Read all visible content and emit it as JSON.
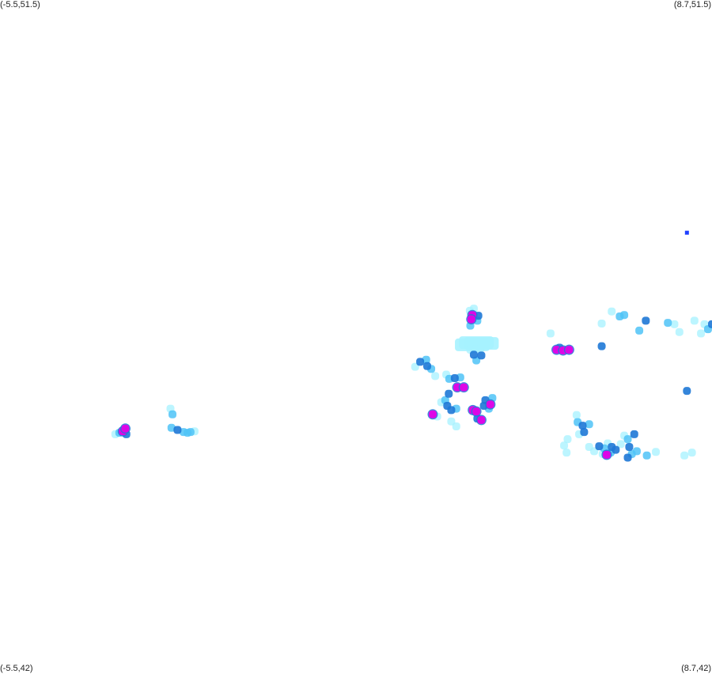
{
  "map": {
    "bounds": {
      "lon_min": -5.5,
      "lon_max": 8.7,
      "lat_min": 42,
      "lat_max": 51.5
    },
    "corner_labels": {
      "top_left": "(-5.5,51.5)",
      "top_right": "(8.7,51.5)",
      "bottom_left": "(-5.5,42)",
      "bottom_right": "(8.7,42)"
    },
    "colors": {
      "low": "#a6f2ff",
      "mid": "#4fc3f7",
      "high": "#1e78d6",
      "peak": "#e600e6",
      "isolated": "#1f3fff"
    },
    "points": [
      {
        "lon": 8.2,
        "lat": 48.22,
        "level": "isolated"
      },
      {
        "lon": 3.95,
        "lat": 47.15,
        "level": "low"
      },
      {
        "lon": 3.87,
        "lat": 47.12,
        "level": "low"
      },
      {
        "lon": 3.92,
        "lat": 47.06,
        "level": "peak"
      },
      {
        "lon": 4.04,
        "lat": 47.05,
        "level": "high"
      },
      {
        "lon": 3.9,
        "lat": 47.0,
        "level": "peak"
      },
      {
        "lon": 4.02,
        "lat": 46.98,
        "level": "mid"
      },
      {
        "lon": 3.88,
        "lat": 46.91,
        "level": "mid"
      },
      {
        "lon": 3.88,
        "lat": 46.57,
        "level": "low"
      },
      {
        "lon": 3.98,
        "lat": 46.58,
        "level": "low"
      },
      {
        "lon": 4.08,
        "lat": 46.58,
        "level": "low"
      },
      {
        "lon": 3.95,
        "lat": 46.5,
        "level": "high"
      },
      {
        "lon": 4.1,
        "lat": 46.49,
        "level": "high"
      },
      {
        "lon": 4.0,
        "lat": 46.42,
        "level": "mid"
      },
      {
        "lon": 5.6,
        "lat": 46.57,
        "level": "peak"
      },
      {
        "lon": 5.73,
        "lat": 46.56,
        "level": "peak"
      },
      {
        "lon": 5.85,
        "lat": 46.57,
        "level": "peak"
      },
      {
        "lon": 5.66,
        "lat": 46.6,
        "level": "high"
      },
      {
        "lon": 5.48,
        "lat": 46.8,
        "level": "low"
      },
      {
        "lon": 6.95,
        "lat": 47.06,
        "level": "mid"
      },
      {
        "lon": 6.86,
        "lat": 47.04,
        "level": "mid"
      },
      {
        "lon": 6.7,
        "lat": 47.11,
        "level": "low"
      },
      {
        "lon": 6.5,
        "lat": 46.94,
        "level": "low"
      },
      {
        "lon": 7.25,
        "lat": 46.84,
        "level": "mid"
      },
      {
        "lon": 7.38,
        "lat": 46.98,
        "level": "high"
      },
      {
        "lon": 6.5,
        "lat": 46.62,
        "level": "high"
      },
      {
        "lon": 2.88,
        "lat": 46.4,
        "level": "high"
      },
      {
        "lon": 3.02,
        "lat": 46.34,
        "level": "high"
      },
      {
        "lon": 3.0,
        "lat": 46.43,
        "level": "mid"
      },
      {
        "lon": 2.78,
        "lat": 46.33,
        "level": "low"
      },
      {
        "lon": 3.1,
        "lat": 46.3,
        "level": "mid"
      },
      {
        "lon": 3.18,
        "lat": 46.2,
        "level": "low"
      },
      {
        "lon": 3.4,
        "lat": 46.22,
        "level": "low"
      },
      {
        "lon": 3.46,
        "lat": 46.16,
        "level": "mid"
      },
      {
        "lon": 3.57,
        "lat": 46.17,
        "level": "high"
      },
      {
        "lon": 3.68,
        "lat": 46.18,
        "level": "mid"
      },
      {
        "lon": 3.62,
        "lat": 46.04,
        "level": "peak"
      },
      {
        "lon": 3.75,
        "lat": 46.04,
        "level": "peak"
      },
      {
        "lon": 3.3,
        "lat": 45.83,
        "level": "low"
      },
      {
        "lon": 3.38,
        "lat": 45.86,
        "level": "mid"
      },
      {
        "lon": 3.45,
        "lat": 45.95,
        "level": "high"
      },
      {
        "lon": 3.42,
        "lat": 45.78,
        "level": "high"
      },
      {
        "lon": 3.5,
        "lat": 45.72,
        "level": "high"
      },
      {
        "lon": 3.6,
        "lat": 45.74,
        "level": "mid"
      },
      {
        "lon": 3.13,
        "lat": 45.66,
        "level": "peak"
      },
      {
        "lon": 3.22,
        "lat": 45.63,
        "level": "low"
      },
      {
        "lon": 3.5,
        "lat": 45.56,
        "level": "low"
      },
      {
        "lon": 3.6,
        "lat": 45.49,
        "level": "low"
      },
      {
        "lon": 3.93,
        "lat": 45.72,
        "level": "peak"
      },
      {
        "lon": 4.0,
        "lat": 45.7,
        "level": "peak"
      },
      {
        "lon": 4.1,
        "lat": 45.58,
        "level": "peak"
      },
      {
        "lon": 4.02,
        "lat": 45.6,
        "level": "high"
      },
      {
        "lon": 4.18,
        "lat": 45.86,
        "level": "high"
      },
      {
        "lon": 4.15,
        "lat": 45.78,
        "level": "high"
      },
      {
        "lon": 4.28,
        "lat": 45.8,
        "level": "peak"
      },
      {
        "lon": 4.32,
        "lat": 45.89,
        "level": "mid"
      },
      {
        "lon": 4.25,
        "lat": 45.74,
        "level": "mid"
      },
      {
        "lon": 6.0,
        "lat": 45.65,
        "level": "low"
      },
      {
        "lon": 6.02,
        "lat": 45.55,
        "level": "mid"
      },
      {
        "lon": 6.12,
        "lat": 45.5,
        "level": "high"
      },
      {
        "lon": 6.25,
        "lat": 45.52,
        "level": "mid"
      },
      {
        "lon": 6.15,
        "lat": 45.41,
        "level": "high"
      },
      {
        "lon": 6.05,
        "lat": 45.38,
        "level": "low"
      },
      {
        "lon": 5.82,
        "lat": 45.31,
        "level": "low"
      },
      {
        "lon": 5.75,
        "lat": 45.22,
        "level": "low"
      },
      {
        "lon": 5.8,
        "lat": 45.12,
        "level": "low"
      },
      {
        "lon": 6.45,
        "lat": 45.21,
        "level": "high"
      },
      {
        "lon": 6.55,
        "lat": 45.18,
        "level": "mid"
      },
      {
        "lon": 6.62,
        "lat": 45.25,
        "level": "low"
      },
      {
        "lon": 6.7,
        "lat": 45.2,
        "level": "high"
      },
      {
        "lon": 6.78,
        "lat": 45.16,
        "level": "high"
      },
      {
        "lon": 6.68,
        "lat": 45.12,
        "level": "mid"
      },
      {
        "lon": 6.6,
        "lat": 45.09,
        "level": "peak"
      },
      {
        "lon": 6.52,
        "lat": 45.1,
        "level": "low"
      },
      {
        "lon": 6.88,
        "lat": 45.24,
        "level": "low"
      },
      {
        "lon": 6.95,
        "lat": 45.36,
        "level": "low"
      },
      {
        "lon": 7.02,
        "lat": 45.31,
        "level": "mid"
      },
      {
        "lon": 7.15,
        "lat": 45.38,
        "level": "high"
      },
      {
        "lon": 7.05,
        "lat": 45.2,
        "level": "high"
      },
      {
        "lon": 7.1,
        "lat": 45.1,
        "level": "mid"
      },
      {
        "lon": 7.2,
        "lat": 45.14,
        "level": "mid"
      },
      {
        "lon": 7.02,
        "lat": 45.05,
        "level": "high"
      },
      {
        "lon": 7.4,
        "lat": 45.08,
        "level": "mid"
      },
      {
        "lon": 7.58,
        "lat": 45.13,
        "level": "low"
      },
      {
        "lon": 6.25,
        "lat": 45.2,
        "level": "low"
      },
      {
        "lon": 6.35,
        "lat": 45.14,
        "level": "low"
      },
      {
        "lon": -3.05,
        "lat": 45.42,
        "level": "peak"
      },
      {
        "lon": -3.0,
        "lat": 45.46,
        "level": "peak"
      },
      {
        "lon": -3.12,
        "lat": 45.4,
        "level": "mid"
      },
      {
        "lon": -3.2,
        "lat": 45.38,
        "level": "low"
      },
      {
        "lon": -2.98,
        "lat": 45.38,
        "level": "high"
      },
      {
        "lon": -2.1,
        "lat": 45.74,
        "level": "low"
      },
      {
        "lon": -2.06,
        "lat": 45.66,
        "level": "mid"
      },
      {
        "lon": -2.08,
        "lat": 45.47,
        "level": "mid"
      },
      {
        "lon": -1.96,
        "lat": 45.44,
        "level": "high"
      },
      {
        "lon": -1.84,
        "lat": 45.41,
        "level": "mid"
      },
      {
        "lon": -1.76,
        "lat": 45.4,
        "level": "mid"
      },
      {
        "lon": -1.7,
        "lat": 45.41,
        "level": "mid"
      },
      {
        "lon": -1.62,
        "lat": 45.42,
        "level": "low"
      },
      {
        "lon": 7.82,
        "lat": 46.95,
        "level": "mid"
      },
      {
        "lon": 7.95,
        "lat": 46.93,
        "level": "low"
      },
      {
        "lon": 8.05,
        "lat": 46.82,
        "level": "low"
      },
      {
        "lon": 8.35,
        "lat": 46.98,
        "level": "low"
      },
      {
        "lon": 8.55,
        "lat": 46.93,
        "level": "low"
      },
      {
        "lon": 8.62,
        "lat": 46.86,
        "level": "mid"
      },
      {
        "lon": 8.7,
        "lat": 46.93,
        "level": "high"
      },
      {
        "lon": 8.48,
        "lat": 46.8,
        "level": "low"
      },
      {
        "lon": 8.2,
        "lat": 45.99,
        "level": "high"
      },
      {
        "lon": 8.15,
        "lat": 45.08,
        "level": "low"
      },
      {
        "lon": 8.3,
        "lat": 45.12,
        "level": "low"
      }
    ],
    "hull_patches": [
      {
        "lon": 4.0,
        "lat": 46.67,
        "level": "low"
      },
      {
        "lon": 3.92,
        "lat": 46.64,
        "level": "low"
      },
      {
        "lon": 4.1,
        "lat": 46.66,
        "level": "low"
      }
    ]
  }
}
